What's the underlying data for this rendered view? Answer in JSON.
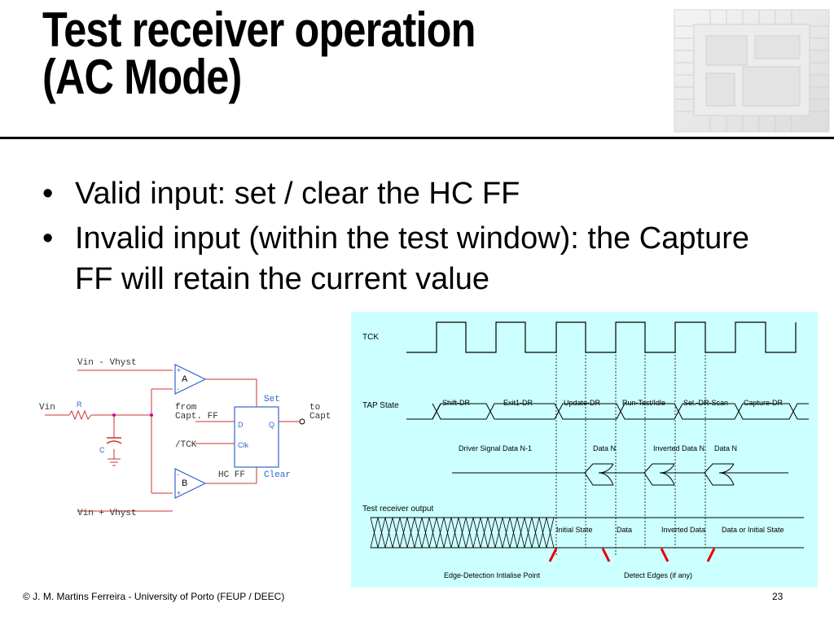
{
  "slide": {
    "title_line1": "Test receiver operation",
    "title_line2": "(AC Mode)",
    "bullets": [
      "Valid input: set / clear the HC FF",
      "Invalid input (within the test window): the Capture FF will retain the current value"
    ],
    "footer": "© J. M. Martins Ferreira - University of Porto (FEUP / DEEC)",
    "page_number": "23"
  },
  "circuit": {
    "vin_minus": "Vin - Vhyst",
    "vin_plus": "Vin + Vhyst",
    "vin": "Vin",
    "resistor": "R",
    "capacitor": "C",
    "comp_a": "A",
    "comp_b": "B",
    "from_line1": "from",
    "from_line2": "Capt. FF",
    "tck_inv": "/TCK",
    "ff_d": "D",
    "ff_q": "Q",
    "ff_clk": "Clk",
    "set": "Set",
    "clear": "Clear",
    "hc_ff": "HC FF",
    "to_line1": "to",
    "to_line2": "Capt"
  },
  "timing": {
    "tck": "TCK",
    "tap_state": "TAP State",
    "states": [
      "Shift-DR",
      "Exit1-DR",
      "Update-DR",
      "Run-Test/Idle",
      "Sel.-DR-Scan",
      "Capture-DR"
    ],
    "driver_signal": "Driver Signal Data N-1",
    "data_n_1": "Data N",
    "inverted_data_n": "Inverted Data N",
    "data_n_2": "Data N",
    "receiver_output": "Test receiver output",
    "initial_state": "Initial State",
    "data": "Data",
    "inverted_data": "Inverted Data",
    "data_or_initial": "Data or Initial State",
    "edge_detection": "Edge-Detection Intialise Point",
    "detect_edges": "Detect Edges (if any)"
  },
  "colors": {
    "timing_bg": "#ccffff",
    "wire_red": "#cc3333",
    "wire_magenta": "#cc0099",
    "label_blue": "#3366cc",
    "marker_red": "#e60000"
  }
}
